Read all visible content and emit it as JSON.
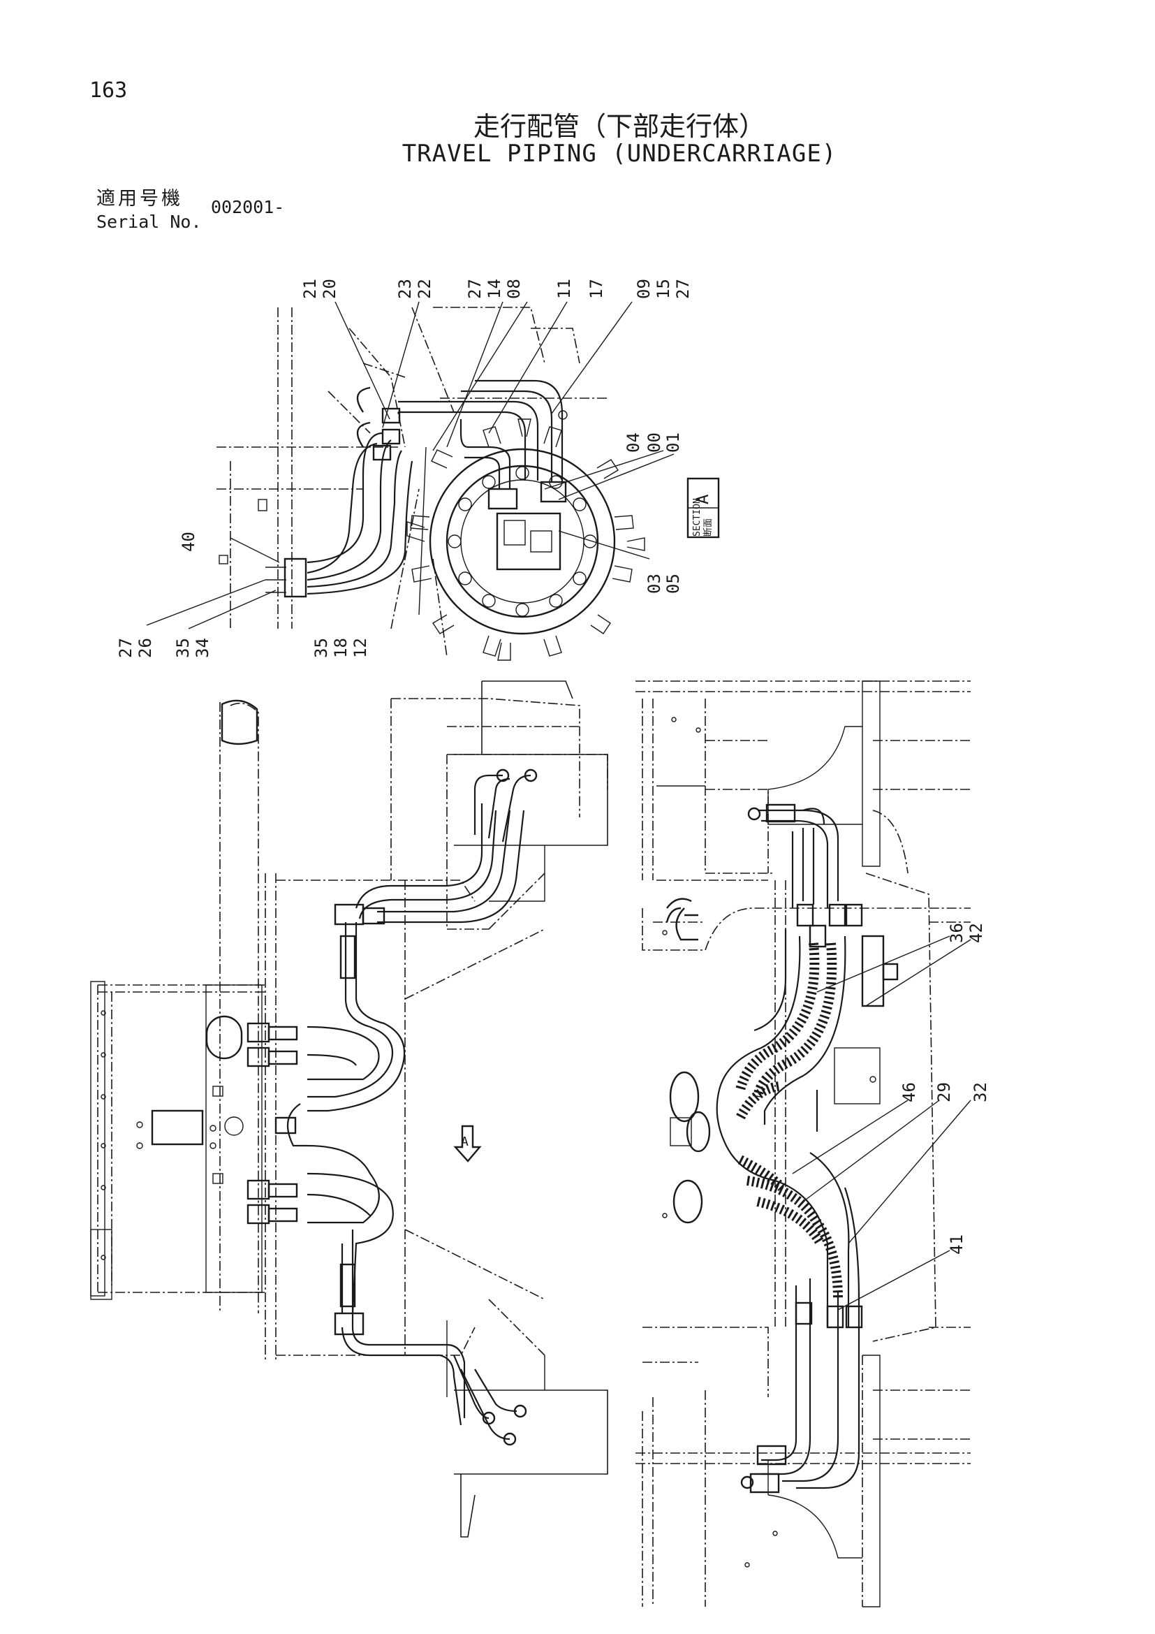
{
  "page": {
    "number": "163"
  },
  "title": {
    "jp": "走行配管（下部走行体）",
    "en": "TRAVEL PIPING (UNDERCARRIAGE)"
  },
  "serial": {
    "label_jp": "適用号機",
    "label_en": "Serial No.",
    "value": "002001-"
  },
  "detail_view": {
    "section_label": "SECTION",
    "section_letter": "A",
    "section_jp": "断面",
    "callouts_top": [
      "21",
      "20",
      "23",
      "22",
      "27",
      "14",
      "08",
      "11",
      "17",
      "09",
      "15",
      "27"
    ],
    "callouts_right": [
      "04",
      "00",
      "01",
      "03",
      "05"
    ],
    "callouts_left": [
      "40"
    ],
    "callouts_bottom": [
      "27",
      "26",
      "35",
      "34",
      "35",
      "18",
      "12"
    ]
  },
  "main_view": {
    "view_arrow_letter": "A",
    "callouts": [
      "36",
      "42",
      "46",
      "29",
      "32",
      "41"
    ]
  },
  "colors": {
    "ink": "#1a1a1a",
    "paper": "#ffffff"
  }
}
